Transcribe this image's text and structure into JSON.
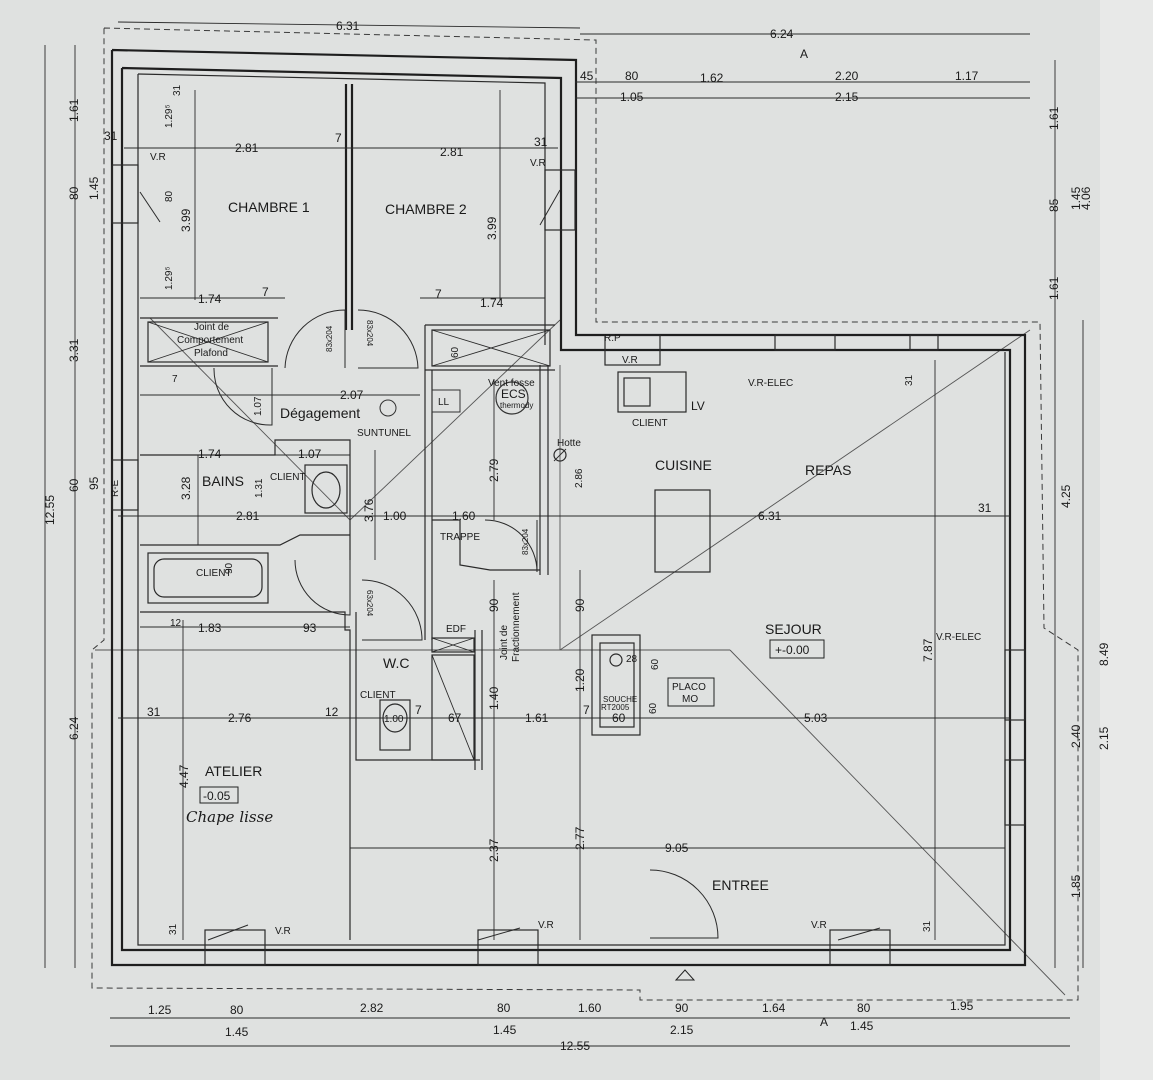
{
  "rooms": {
    "chambre1": "CHAMBRE 1",
    "chambre2": "CHAMBRE 2",
    "degagement": "Dégagement",
    "bains": "BAINS",
    "wc": "W.C",
    "atelier": "ATELIER",
    "cuisine": "CUISINE",
    "repas": "REPAS",
    "sejour": "SEJOUR",
    "entree": "ENTREE"
  },
  "levels": {
    "sejour": "+-0.00",
    "atelier": "-0.05",
    "atelier_note": "Chape lisse"
  },
  "labels": {
    "joint_comportement": [
      "Joint de",
      "Comportement",
      "Plafond"
    ],
    "suntunel": "SUNTUNEL",
    "ll": "LL",
    "lv": "LV",
    "ecs": "ECS",
    "ecs_sub": "thermody",
    "vent_fosse": "Vent fosse",
    "hotte": "Hotte",
    "trappe": "TRAPPE",
    "edf": "EDF",
    "joint_fractionnement": [
      "Joint de",
      "Fractionnement"
    ],
    "placo": [
      "PLACO",
      "MO"
    ],
    "souche": [
      "SOUCHE",
      "RT2005"
    ],
    "client": "CLIENT",
    "vr": "V.R",
    "vr_elec": "V.R-ELEC",
    "rp": "R.P",
    "re": "R-E",
    "door_83x204": "83x204",
    "door_63x204": "63x204",
    "section_a": "A"
  },
  "dims": {
    "top_6_31": "6.31",
    "top_6_24": "6.24",
    "t45": "45",
    "t80": "80",
    "t1_05": "1.05",
    "t1_62": "1.62",
    "t2_20": "2.20",
    "t2_15": "2.15",
    "t1_17": "1.17",
    "ch_2_81a": "2.81",
    "ch_2_81b": "2.81",
    "ch_7": "7",
    "ch_31a": "31",
    "ch_31b": "31",
    "ch_3_99a": "3.99",
    "ch_3_99b": "3.99",
    "ch_1_29a": "1.29⁵",
    "ch_1_29b": "1.29⁵",
    "ch_80": "80",
    "ch_1_74a": "1.74",
    "ch_1_74b": "1.74",
    "ch_7b": "7",
    "ch_7c": "7",
    "w_31": "31",
    "deg_2_07": "2.07",
    "deg_1_07": "1.07",
    "deg_7": "7",
    "deg_60": "60",
    "b_1_74": "1.74",
    "b_1_07": "1.07",
    "b_3_28": "3.28",
    "b_1_31": "1.31",
    "b_2_81": "2.81",
    "b_90": "90",
    "b_3_76": "3.76",
    "h_1_00": "1.00",
    "h_1_60": "1.60",
    "h_2_79": "2.79",
    "h_2_86": "2.86",
    "h_6_31": "6.31",
    "h_31": "31",
    "r_31": "31",
    "wc_1_83": "1.83",
    "wc_93": "93",
    "wc_12": "12",
    "wc_12b": "12",
    "a_31": "31",
    "a_2_76": "2.76",
    "a_4_47": "4.47",
    "a_31b": "31",
    "m_1_00": "1.00",
    "m_67": "67",
    "m_7": "7",
    "m_1_40": "1.40",
    "m_90": "90",
    "m_90b": "90",
    "m_1_61": "1.61",
    "m_1_20": "1.20",
    "m_7b": "7",
    "m_2_37": "2.37",
    "m_2_77": "2.77",
    "s_5_03": "5.03",
    "s_7_87": "7.87",
    "s_9_05": "9.05",
    "s_28": "28",
    "s_60a": "60",
    "s_60b": "60",
    "s_60c": "60",
    "s_31": "31",
    "left_1_61": "1.61",
    "left_80": "80",
    "left_1_45": "1.45",
    "left_3_31": "3.31",
    "left_12_55": "12.55",
    "left_60": "60",
    "left_95": "95",
    "left_6_24": "6.24",
    "right_1_61a": "1.61",
    "right_85": "85",
    "right_1_45": "1.45",
    "right_4_06": "4.06",
    "right_1_61b": "1.61",
    "right_4_25": "4.25",
    "right_8_49": "8.49",
    "right_2_40": "2.40",
    "right_2_15": "2.15",
    "right_1_85": "1.85",
    "bot_1_25": "1.25",
    "bot_80a": "80",
    "bot_1_45a": "1.45",
    "bot_2_82": "2.82",
    "bot_80b": "80",
    "bot_1_45b": "1.45",
    "bot_1_60": "1.60",
    "bot_90": "90",
    "bot_2_15": "2.15",
    "bot_1_64": "1.64",
    "bot_80c": "80",
    "bot_1_45c": "1.45",
    "bot_1_95": "1.95",
    "bot_12_55": "12.55"
  }
}
